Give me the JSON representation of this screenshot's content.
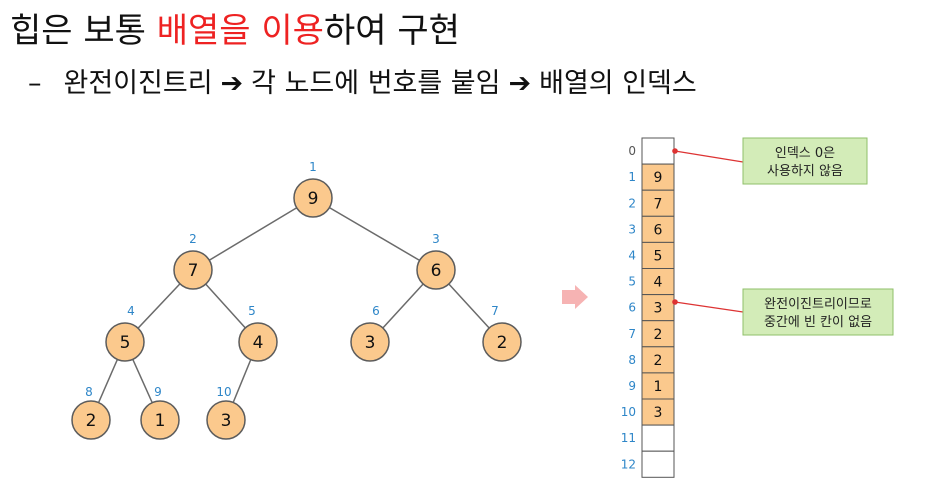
{
  "title": {
    "part1": "힙은 보통 ",
    "highlight1": "배열을",
    "space": " ",
    "highlight2": "이용",
    "part2": "하여 구현"
  },
  "subtitle": {
    "dash": "–",
    "step1": "완전이진트리",
    "arrow": "➔",
    "step2": "각 노드에 번호를 붙임",
    "step3": "배열의 인덱스"
  },
  "tree": {
    "nodes": [
      {
        "index": "1",
        "value": "9"
      },
      {
        "index": "2",
        "value": "7"
      },
      {
        "index": "3",
        "value": "6"
      },
      {
        "index": "4",
        "value": "5"
      },
      {
        "index": "5",
        "value": "4"
      },
      {
        "index": "6",
        "value": "3"
      },
      {
        "index": "7",
        "value": "2"
      },
      {
        "index": "8",
        "value": "2"
      },
      {
        "index": "9",
        "value": "1"
      },
      {
        "index": "10",
        "value": "3"
      }
    ],
    "edges": [
      [
        1,
        2
      ],
      [
        1,
        3
      ],
      [
        2,
        4
      ],
      [
        2,
        5
      ],
      [
        3,
        6
      ],
      [
        3,
        7
      ],
      [
        4,
        8
      ],
      [
        4,
        9
      ],
      [
        5,
        10
      ]
    ]
  },
  "array": {
    "cells": [
      {
        "index": "0",
        "value": ""
      },
      {
        "index": "1",
        "value": "9"
      },
      {
        "index": "2",
        "value": "7"
      },
      {
        "index": "3",
        "value": "6"
      },
      {
        "index": "4",
        "value": "5"
      },
      {
        "index": "5",
        "value": "4"
      },
      {
        "index": "6",
        "value": "3"
      },
      {
        "index": "7",
        "value": "2"
      },
      {
        "index": "8",
        "value": "2"
      },
      {
        "index": "9",
        "value": "1"
      },
      {
        "index": "10",
        "value": "3"
      },
      {
        "index": "11",
        "value": ""
      },
      {
        "index": "12",
        "value": ""
      }
    ]
  },
  "callouts": {
    "top": {
      "line1": "인덱스 0은",
      "line2": "사용하지 않음"
    },
    "middle": {
      "line1": "완전이진트리이므로",
      "line2": "중간에 빈 칸이 없음"
    }
  },
  "colors": {
    "node_fill": "#fbc98d",
    "cell_fill": "#fbc98d",
    "index_blue": "#2e86c8",
    "highlight_red": "#ee2222",
    "callout_fill": "#d3ecb8",
    "connector_red": "#dd3333",
    "pink_arrow": "#f6b3b3"
  }
}
